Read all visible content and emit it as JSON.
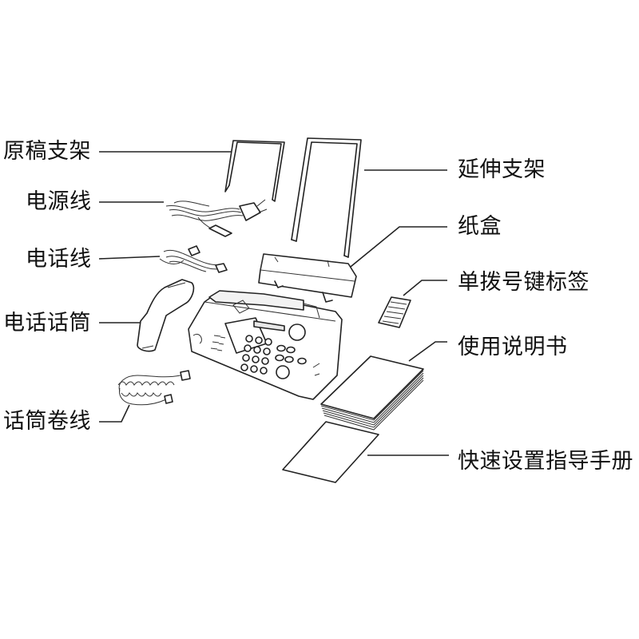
{
  "labels_left": {
    "document_support": "原稿支架",
    "power_cord": "电源线",
    "telephone_line": "电话线",
    "handset": "电话话筒",
    "handset_cord": "话筒卷线"
  },
  "labels_right": {
    "extension_support": "延伸支架",
    "paper_tray": "纸盒",
    "one_touch_label": "单拨号键标签",
    "user_manual": "使用说明书",
    "quick_setup_guide": "快速设置指导手册"
  }
}
